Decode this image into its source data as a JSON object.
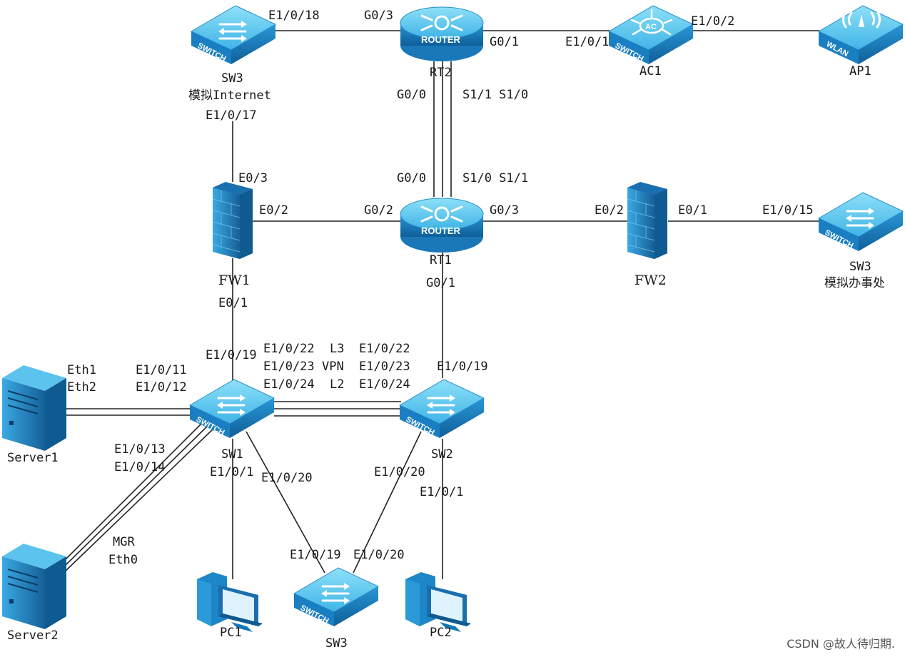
{
  "watermark": "CSDN @故人待归期.",
  "devices": {
    "sw3_top": {
      "name": "SW3",
      "desc": "模拟Internet",
      "icon_text": "SWITCH"
    },
    "rt2": {
      "name": "RT2",
      "icon_text": "ROUTER"
    },
    "ac1": {
      "name": "AC1",
      "icon_text": "SWITCH",
      "badge": "AC"
    },
    "ap1": {
      "name": "AP1",
      "icon_text": "WLAN"
    },
    "fw1": {
      "name": "FW1"
    },
    "rt1": {
      "name": "RT1",
      "icon_text": "ROUTER"
    },
    "fw2": {
      "name": "FW2"
    },
    "sw3_right": {
      "name": "SW3",
      "desc": "模拟办事处",
      "icon_text": "SWITCH"
    },
    "server1": {
      "name": "Server1"
    },
    "server2": {
      "name": "Server2"
    },
    "sw1": {
      "name": "SW1",
      "icon_text": "SWITCH"
    },
    "sw2": {
      "name": "SW2",
      "icon_text": "SWITCH"
    },
    "sw3_bottom": {
      "name": "SW3",
      "icon_text": "SWITCH"
    },
    "pc1": {
      "name": "PC1"
    },
    "pc2": {
      "name": "PC2"
    }
  },
  "ports": {
    "sw3_top_e1018": "E1/0/18",
    "rt2_g03": "G0/3",
    "rt2_g01": "G0/1",
    "ac1_e101": "E1/0/1",
    "ac1_e102": "E1/0/2",
    "sw3_top_e1017": "E1/0/17",
    "rt2_g00": "G0/0",
    "rt2_s11_s10": "S1/1 S1/0",
    "fw1_e03": "E0/3",
    "rt1_g00": "G0/0",
    "rt1_s10_s11": "S1/0 S1/1",
    "fw1_e02": "E0/2",
    "rt1_g02": "G0/2",
    "rt1_g03": "G0/3",
    "fw2_e02": "E0/2",
    "fw2_e01": "E0/1",
    "sw3_right_e1015": "E1/0/15",
    "rt1_g01": "G0/1",
    "fw1_e01": "E0/1",
    "sw1_e1019": "E1/0/19",
    "sw1_e1022": "E1/0/22",
    "sw1_e1023": "E1/0/23",
    "sw1_e1024": "E1/0/24",
    "link_l3": "L3",
    "link_vpn": "VPN",
    "link_l2": "L2",
    "sw2_e1022": "E1/0/22",
    "sw2_e1023": "E1/0/23",
    "sw2_e1024": "E1/0/24",
    "sw2_e1019": "E1/0/19",
    "server1_eth1": "Eth1",
    "server1_eth2": "Eth2",
    "sw1_e1011": "E1/0/11",
    "sw1_e1012": "E1/0/12",
    "sw1_e1013": "E1/0/13",
    "sw1_e1014": "E1/0/14",
    "server2_mgr": "MGR",
    "server2_eth0": "Eth0",
    "sw1_e101": "E1/0/1",
    "sw1_e1020": "E1/0/20",
    "sw2_e1020": "E1/0/20",
    "sw2_e101": "E1/0/1",
    "sw3_bottom_e1019": "E1/0/19",
    "sw3_bottom_e1020": "E1/0/20"
  },
  "colors": {
    "device_top": "#6fd0f2",
    "device_side": "#1d86c8",
    "device_dark": "#0f6aa6",
    "line": "#222222"
  }
}
